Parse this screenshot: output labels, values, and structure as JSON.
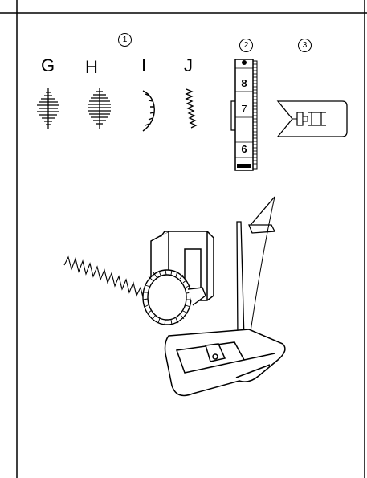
{
  "pattern_labels": [
    "G",
    "H",
    "I",
    "J"
  ],
  "callouts": [
    "1",
    "2",
    "3"
  ],
  "dial": {
    "numbers": [
      "8",
      "7",
      "6"
    ]
  },
  "colors": {
    "ink": "#000000",
    "paper": "#ffffff"
  }
}
